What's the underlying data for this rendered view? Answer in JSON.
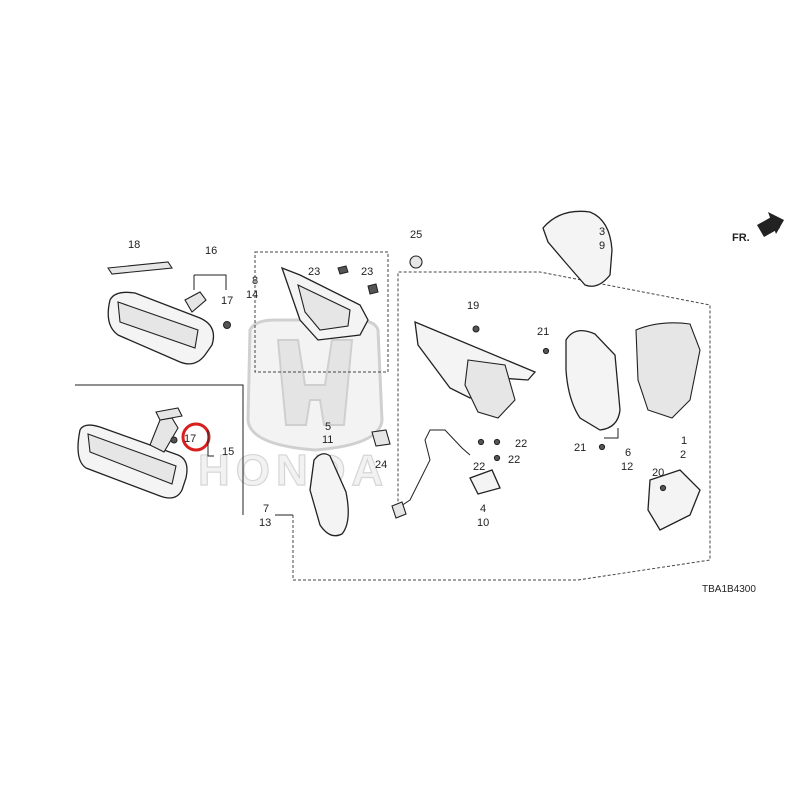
{
  "watermark": "HONDA",
  "front_label": "FR.",
  "diagram_code": "TBA1B4300",
  "highlight_color": "#d81e1e",
  "labels": {
    "l1": "1",
    "l2": "2",
    "l3": "3",
    "l4": "4",
    "l5": "5",
    "l6": "6",
    "l7": "7",
    "l8": "8",
    "l9": "9",
    "l10": "10",
    "l11": "11",
    "l12": "12",
    "l13": "13",
    "l14": "14",
    "l15": "15",
    "l16": "16",
    "l17": "17",
    "l18": "18",
    "l19": "19",
    "l20": "20",
    "l21": "21",
    "l22": "22",
    "l23": "23",
    "l24": "24",
    "l25": "25"
  },
  "highlighted_part": "17"
}
